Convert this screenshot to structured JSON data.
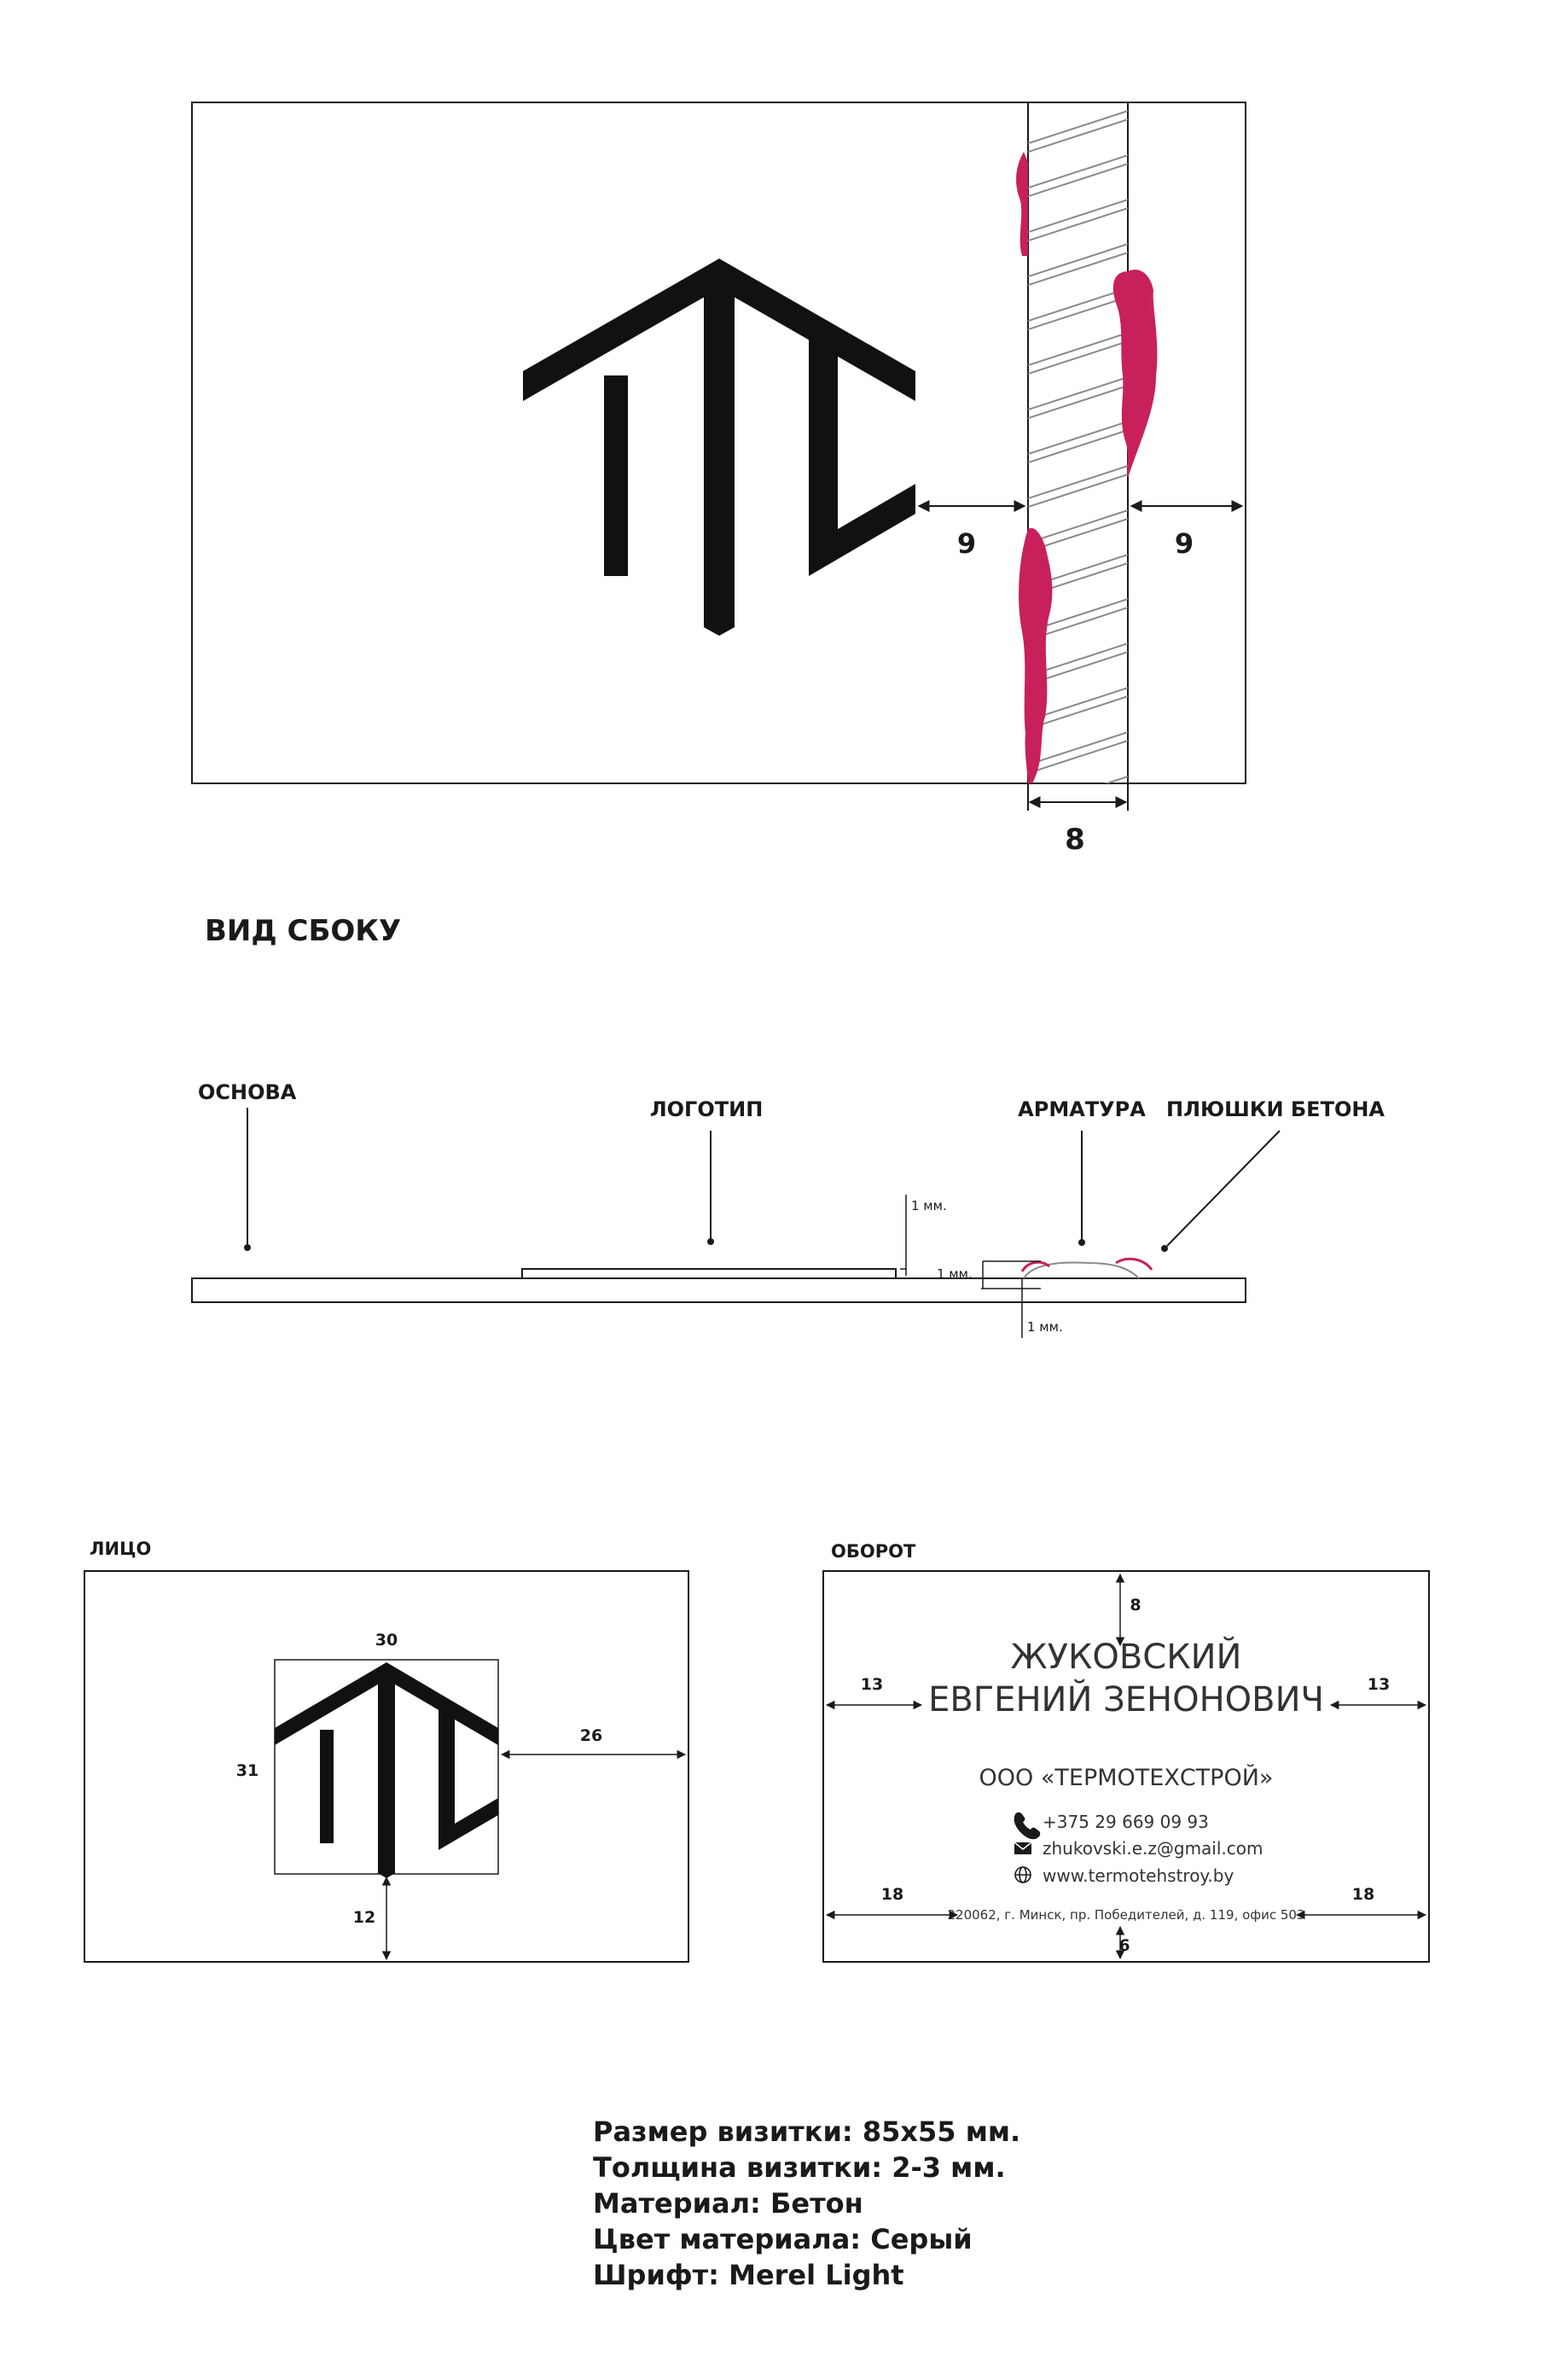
{
  "top_view": {
    "dim_left_gap": "9",
    "dim_right_gap": "9",
    "dim_rebar_width": "8",
    "colors": {
      "stroke": "#1a1a1a",
      "splash": "#c8205a",
      "rebar": "#9a9a9a"
    }
  },
  "side_view": {
    "title": "ВИД СБОКУ",
    "labels": {
      "base": "ОСНОВА",
      "logo": "ЛОГОТИП",
      "rebar": "АРМАТУРА",
      "concrete": "ПЛЮШКИ БЕТОНА"
    },
    "dims": {
      "logo_height": "1 мм.",
      "rebar_height": "1 мм.",
      "rebar_bottom": "1 мм."
    }
  },
  "front": {
    "title": "ЛИЦО",
    "dims": {
      "width": "30",
      "height": "31",
      "right": "26",
      "bottom": "12"
    }
  },
  "back": {
    "title": "ОБОРОТ",
    "name_line1": "ЖУКОВСКИЙ",
    "name_line2": "ЕВГЕНИЙ ЗЕНОНОВИЧ",
    "company": "ООО «ТЕРМОТЕХСТРОЙ»",
    "phone": "+375 29 669 09 93",
    "email": "zhukovski.e.z@gmail.com",
    "website": "www.termotehstroy.by",
    "address": "220062, г. Минск, пр. Победителей, д. 119, офис 503",
    "icons": [
      "phone-icon",
      "envelope-icon",
      "globe-icon"
    ],
    "dims": {
      "top": "8",
      "left": "13",
      "right": "13",
      "addr_left": "18",
      "addr_right": "18",
      "bottom": "6"
    }
  },
  "specs": [
    "Размер визитки: 85x55 мм.",
    "Толщина визитки: 2-3 мм.",
    "Материал: Бетон",
    "Цвет материала: Серый",
    "Шрифт: Merel Light"
  ]
}
